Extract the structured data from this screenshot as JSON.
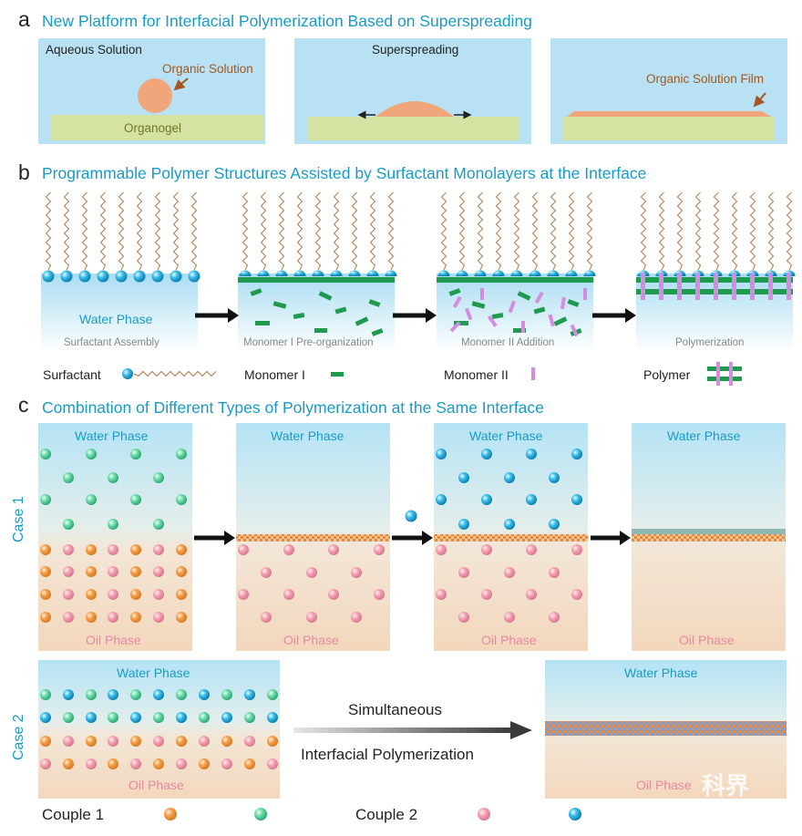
{
  "panel_a": {
    "letter": "a",
    "title": "New Platform for Interfacial Polymerization Based on Superspreading",
    "box1": {
      "aqueous": "Aqueous Solution",
      "organic": "Organic Solution",
      "organogel": "Organogel"
    },
    "box2": {
      "label": "Superspreading"
    },
    "box3": {
      "label": "Organic Solution Film"
    }
  },
  "panel_b": {
    "letter": "b",
    "title": "Programmable Polymer Structures Assisted by Surfactant Monolayers at the Interface",
    "water_phase": "Water Phase",
    "steps": [
      "Surfactant Assembly",
      "Monomer I Pre-organization",
      "Monomer II Addition",
      "Polymerization"
    ],
    "legend": {
      "surfactant": "Surfactant",
      "monomer1": "Monomer I",
      "monomer2": "Monomer II",
      "polymer": "Polymer"
    }
  },
  "panel_c": {
    "letter": "c",
    "title": "Combination of Different Types of Polymerization at the Same Interface",
    "case1": "Case 1",
    "case2": "Case 2",
    "water_phase": "Water Phase",
    "oil_phase": "Oil Phase",
    "arrow_top": "Simultaneous",
    "arrow_bottom": "Interfacial Polymerization",
    "couple1": "Couple 1",
    "couple2": "Couple 2"
  },
  "watermark": "科界",
  "colors": {
    "title_blue": "#1a9bc4",
    "box_blue": "#b8e2f4",
    "organogel": "#d4e3a2",
    "organic": "#f0a57a",
    "monomer1_green": "#1f9a4f",
    "monomer2_purple": "#d48ce0",
    "bead_orange": "#f4a04c",
    "bead_green": "#6fdcaa",
    "bead_pink": "#f4a3b4",
    "bead_blue": "#3bbde8"
  }
}
